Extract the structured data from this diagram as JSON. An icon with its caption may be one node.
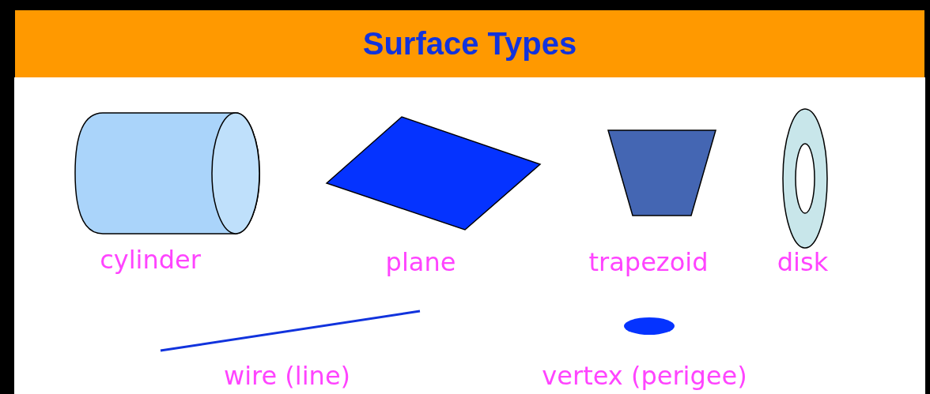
{
  "diagram": {
    "title": "Surface Types",
    "labels": [
      "cylinder",
      "plane",
      "trapezoid",
      "disk",
      "wire (line)",
      "vertex (perigee)"
    ]
  }
}
